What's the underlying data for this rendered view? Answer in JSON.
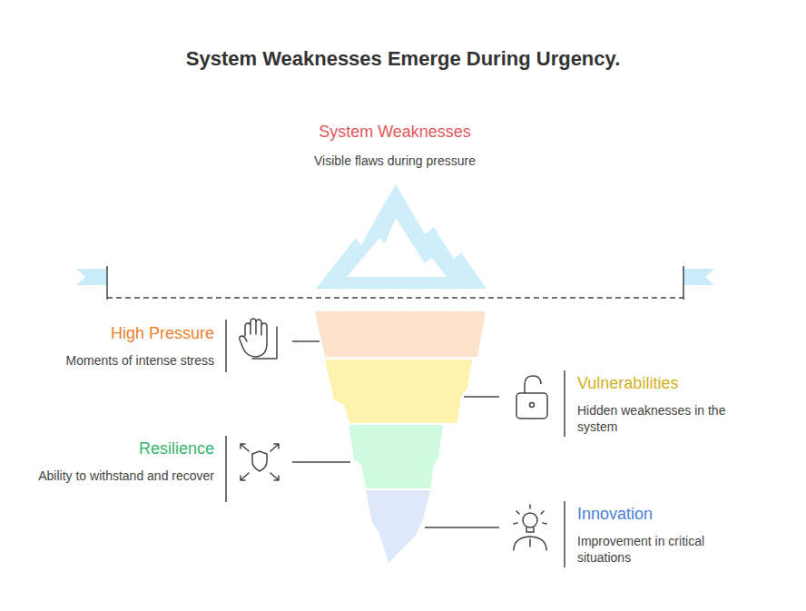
{
  "diagram": {
    "title": "System Weaknesses Emerge During Urgency.",
    "nodes": [
      {
        "text": [
          "System Weaknesses",
          "Visible flaws during pressure"
        ]
      },
      {
        "text": [
          "High Pressure",
          "Moments of intense stress"
        ]
      },
      {
        "text": [
          "Vulnerabilities",
          "Hidden weaknesses in the system"
        ]
      },
      {
        "text": [
          "Resilience",
          "Ability to withstand and recover"
        ]
      },
      {
        "text": [
          "Innovation",
          "Improvement in critical situations"
        ]
      }
    ]
  }
}
